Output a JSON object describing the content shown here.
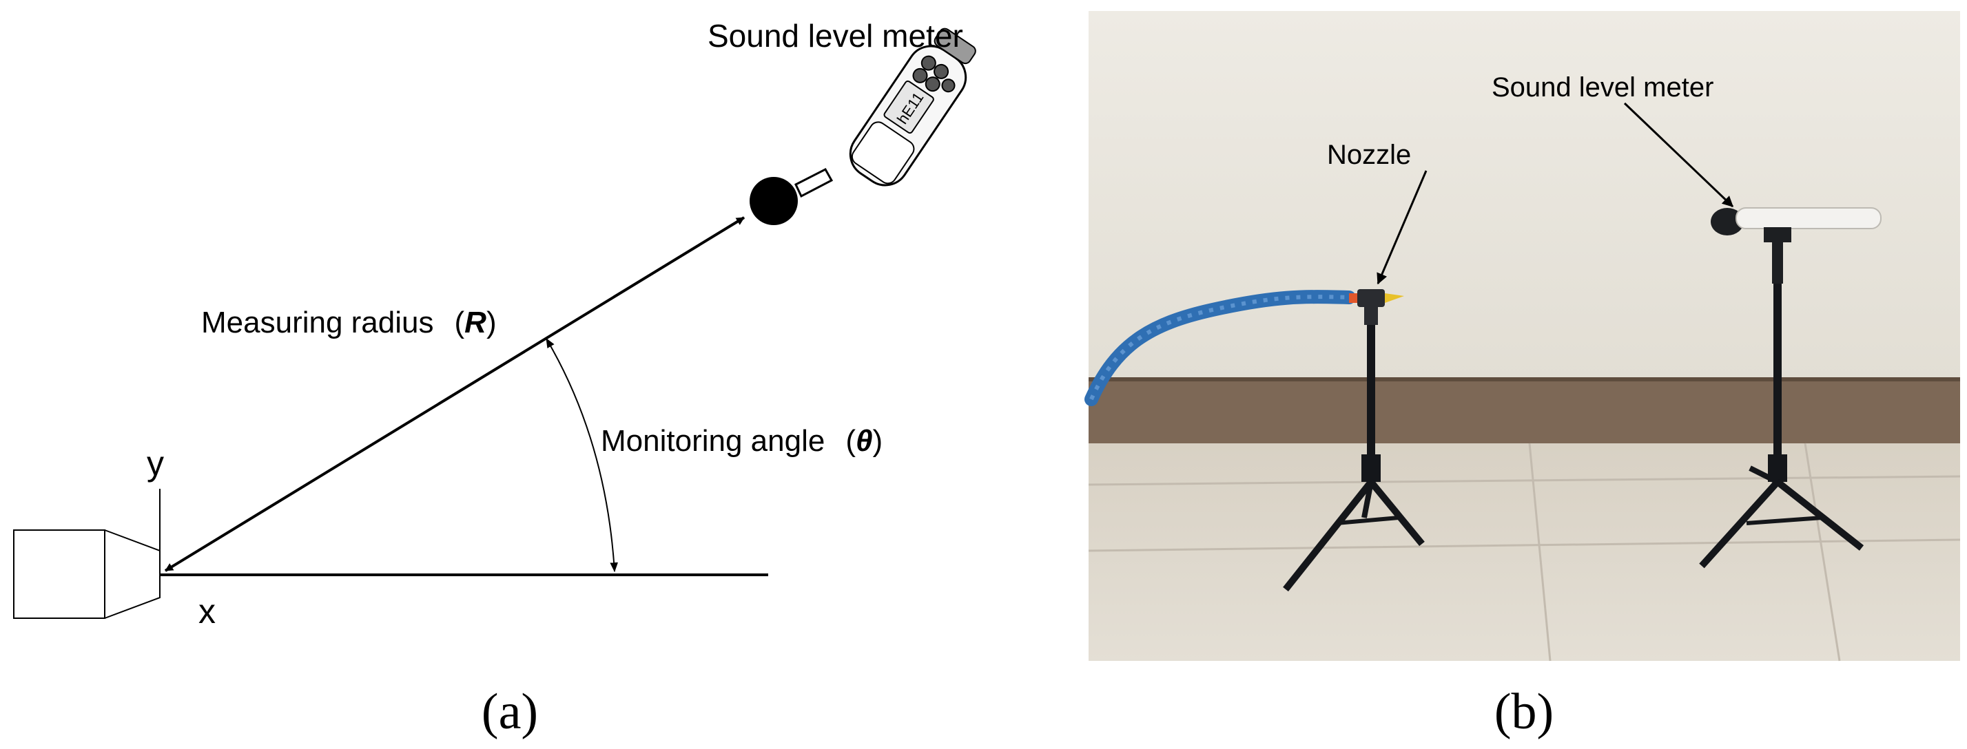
{
  "panel_a": {
    "labels": {
      "sound_level_meter": "Sound level meter",
      "measuring_radius": "Measuring radius",
      "measuring_radius_symbol": "R",
      "monitoring_angle": "Monitoring angle",
      "monitoring_angle_symbol": "θ",
      "axis_y": "y",
      "axis_x": "x",
      "meter_display": "hE11"
    },
    "caption": "(a)"
  },
  "panel_b": {
    "labels": {
      "nozzle": "Nozzle",
      "sound_level_meter": "Sound level meter"
    },
    "caption": "(b)"
  },
  "colors": {
    "line": "#000000",
    "wall": "#ece9e1",
    "floor": "#ddd6c9",
    "baseboard": "#7a6553",
    "hose": "#2f6fb3",
    "tripod": "#14161a"
  }
}
